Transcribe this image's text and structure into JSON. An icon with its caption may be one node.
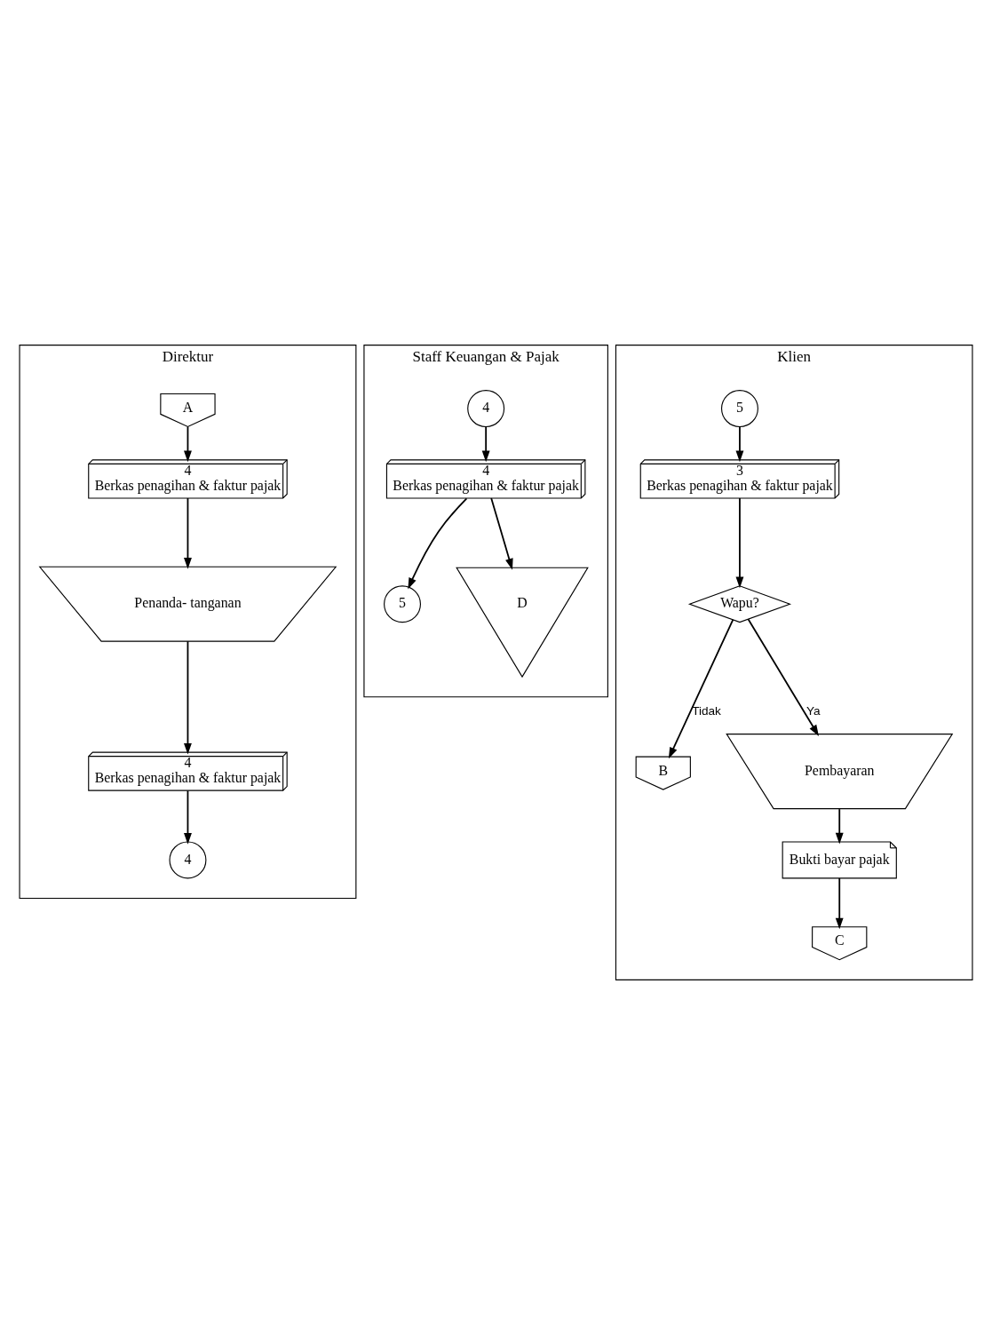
{
  "diagram": {
    "nodes": [
      {
        "text": [
          "Direktur"
        ]
      },
      {
        "text": [
          "Staff Keuangan & Pajak"
        ]
      },
      {
        "text": [
          "Klien"
        ]
      },
      {
        "text": [
          "A"
        ],
        "in": 0
      },
      {
        "text": [
          "4",
          "Berkas penagihan & faktur pajak"
        ],
        "in": 0
      },
      {
        "text": [
          "Penanda- tanganan"
        ],
        "in": 0
      },
      {
        "text": [
          "4",
          "Berkas penagihan & faktur pajak"
        ],
        "in": 0
      },
      {
        "text": [
          "4"
        ],
        "in": 0
      },
      {
        "text": [
          "4"
        ],
        "in": 1
      },
      {
        "text": [
          "4",
          "Berkas penagihan & faktur pajak"
        ],
        "in": 1
      },
      {
        "text": [
          "5"
        ],
        "in": 1
      },
      {
        "text": [
          "D"
        ],
        "in": 1
      },
      {
        "text": [
          "5"
        ],
        "in": 2
      },
      {
        "text": [
          "3",
          "Berkas penagihan & faktur pajak"
        ],
        "in": 2
      },
      {
        "text": [
          "Wapu?"
        ],
        "in": 2
      },
      {
        "text": [
          "B"
        ],
        "in": 2
      },
      {
        "text": [
          "Pembayaran"
        ],
        "in": 2
      },
      {
        "text": [
          "Bukti bayar pajak"
        ],
        "in": 2
      },
      {
        "text": [
          "C"
        ],
        "in": 2
      }
    ],
    "edges": [
      {
        "from": 3,
        "to": 4,
        "arrow": "to"
      },
      {
        "from": 4,
        "to": 5,
        "arrow": "to"
      },
      {
        "from": 5,
        "to": 6,
        "arrow": "to"
      },
      {
        "from": 6,
        "to": 7,
        "arrow": "to"
      },
      {
        "from": 8,
        "to": 9,
        "arrow": "to"
      },
      {
        "from": 9,
        "to": 10,
        "arrow": "to"
      },
      {
        "from": 9,
        "to": 11,
        "arrow": "to"
      },
      {
        "from": 12,
        "to": 13,
        "arrow": "to"
      },
      {
        "from": 13,
        "to": 14,
        "arrow": "to"
      },
      {
        "from": 14,
        "to": 15,
        "label": "Tidak",
        "arrow": "to"
      },
      {
        "from": 14,
        "to": 16,
        "label": "Ya",
        "arrow": "to"
      },
      {
        "from": 16,
        "to": 17,
        "arrow": "to"
      },
      {
        "from": 17,
        "to": 18,
        "arrow": "to"
      }
    ]
  }
}
